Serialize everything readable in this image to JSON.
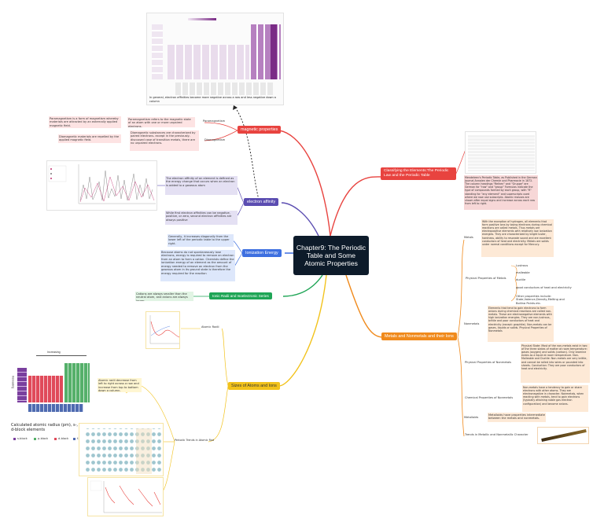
{
  "center": {
    "title": "Chapter9: The Periodic Table and Some Atomic Properties"
  },
  "branches": {
    "magnetic": "magnetic properties",
    "affinity": "electron affinity",
    "ionization": "Ionization Energy",
    "ionic": "Ionic Radii and Isoelectronic Series",
    "sizes": "Sizes of Atoms and Ions",
    "classifying": "Classifying the Elements:The Periodic Law and the Periodic Table",
    "metals": "Metals and Nonmetals and their Ions"
  },
  "magnetic": {
    "para_label": "Paramagnetism",
    "para_text": "Paramagnetism refers to the magnetic state of an atom with one or more unpaired electrons.",
    "para_def": "Paramagnetism is a form of magnetism whereby materials are attracted by an externally applied magnetic field.",
    "dia_label": "Diamagnetism",
    "dia_text": "Diamagnetic substances are characterized by paired electrons- except in the previously-discussed case of transition metals, there are no unpaired electrons.",
    "dia_def": "Diamagnetic materials are repelled by the applied magnetic field."
  },
  "top_image": {
    "caption": "In general, electron affinities become more negative across a row and less negative down a column"
  },
  "affinity": {
    "note1": "The electron affinity of an element is defined as the energy change that occurs when an electron is added to a gaseous atom",
    "note2": "While first electron affinities can be negative, positive, or zero, second electron affinities are always positive"
  },
  "ionization": {
    "note1": "Generally, it increases diagonally from the lower left of the periodic table to the upper right.",
    "note2": "Because atoms do not spontaneously lose electrons, energy is required to remove an electron from an atom to form a cation. Chemists define the ionization energy of an element as the amount of energy needed to remove an electron from the gaseous atom in its ground state is therefore the energy required for the reaction"
  },
  "ionic": {
    "note": "Cations are always smaller than the neutral atom, and anions are always larger."
  },
  "sizes": {
    "atomic_radii": "Atomic Radii",
    "trends": "Periodic Trends in Atomic Radii",
    "note": "Atomic radii decrease from left to right across a row and increase from top to bottom down a column.",
    "fig_top": "Increasing",
    "fig_side": "Increasing",
    "fig_caption": "Calculated atomic radius (pm), s-, p-, and d-block elements",
    "legend": [
      "s-block",
      "p-block",
      "d-block",
      "f-block"
    ]
  },
  "classifying": {
    "note": "Mendeleev's Periodic Table, as Published in the German Journal Annalen der Chemie und Pharmacie in 1872. The column headings \"Reihen\" and \"Gruppe\" are German for \"row\" and \"group\" Formulas indicate the type of compounds formed by each group, with \"R\" standing for \"any element\" and superscripts used where we now use subscripts. Atomic masses are shown after equal signs and increase across each row from left to right."
  },
  "metals": {
    "metals_label": "Metals",
    "metals_text": "With the exception of hydrogen, all elements that form positive ions by losing electrons during chemical reactions are called metals. Thus metals are electropositive elements with relatively low ionization energies. They are characterized by bright luster, hardness, ability to resonate sound and are excellent conductors of heat and electricity. Metals are solids under normal conditions except for Mercury.",
    "phys_metals": "Physical Properties of Metals",
    "phys_items": [
      "Lustrous",
      "malleable",
      "ductile",
      "good conductors of heat and electricity",
      "Other properties include: State,Valence,Density,Melting and Boiling Points,etc."
    ],
    "nonmetals_label": "Nonmetals",
    "nonmetals_text": "Elements that tend to gain electrons to form anions during chemical reactions are called non-metals. These are electronegative elements with high ionization energies. They are non-lustrous, brittle and poor conductors of heat and electricity (except: graphite). Non-metals can be gases, liquids or solids. Physical Properties of Nonmetals",
    "phys_nonmetals": "Physical Properties of Nonmetals",
    "phys_nonmetals_text": "Physical State: Most of the non-metals exist in two of the three states of matter at room temperature: gases (oxygen) and solids (carbon). Only bromine exists as a liquid at room temperature. Non-Malleable and Ductile: Non-metals are very brittle, and cannot be rolled into wires or pounded into sheets. Conduction: They are poor conductors of heat and electricity.",
    "chem_nonmetals": "Chemical Properties of Nonmetals",
    "chem_nonmetals_text": "Non-metals have a tendency to gain or share electrons with other atoms. They are electronegative in character. Nonmetals, when reacting with metals, tend to gain electrons (typically attaining noble gas electron configuration) and become anions.",
    "metalloids_label": "Metalloids",
    "metalloids_text": "Metalloids have properties intermediate between the metals and nonmetals.",
    "trends_label": "Trends in Metallic and Nonmetallic Character"
  },
  "colors": {
    "red": "#e8433f",
    "purple": "#5b4db1",
    "blue": "#3d6fe0",
    "green": "#1fa556",
    "yellow": "#f2c21b",
    "orange": "#f08a1c",
    "center": "#0d1b2a"
  }
}
